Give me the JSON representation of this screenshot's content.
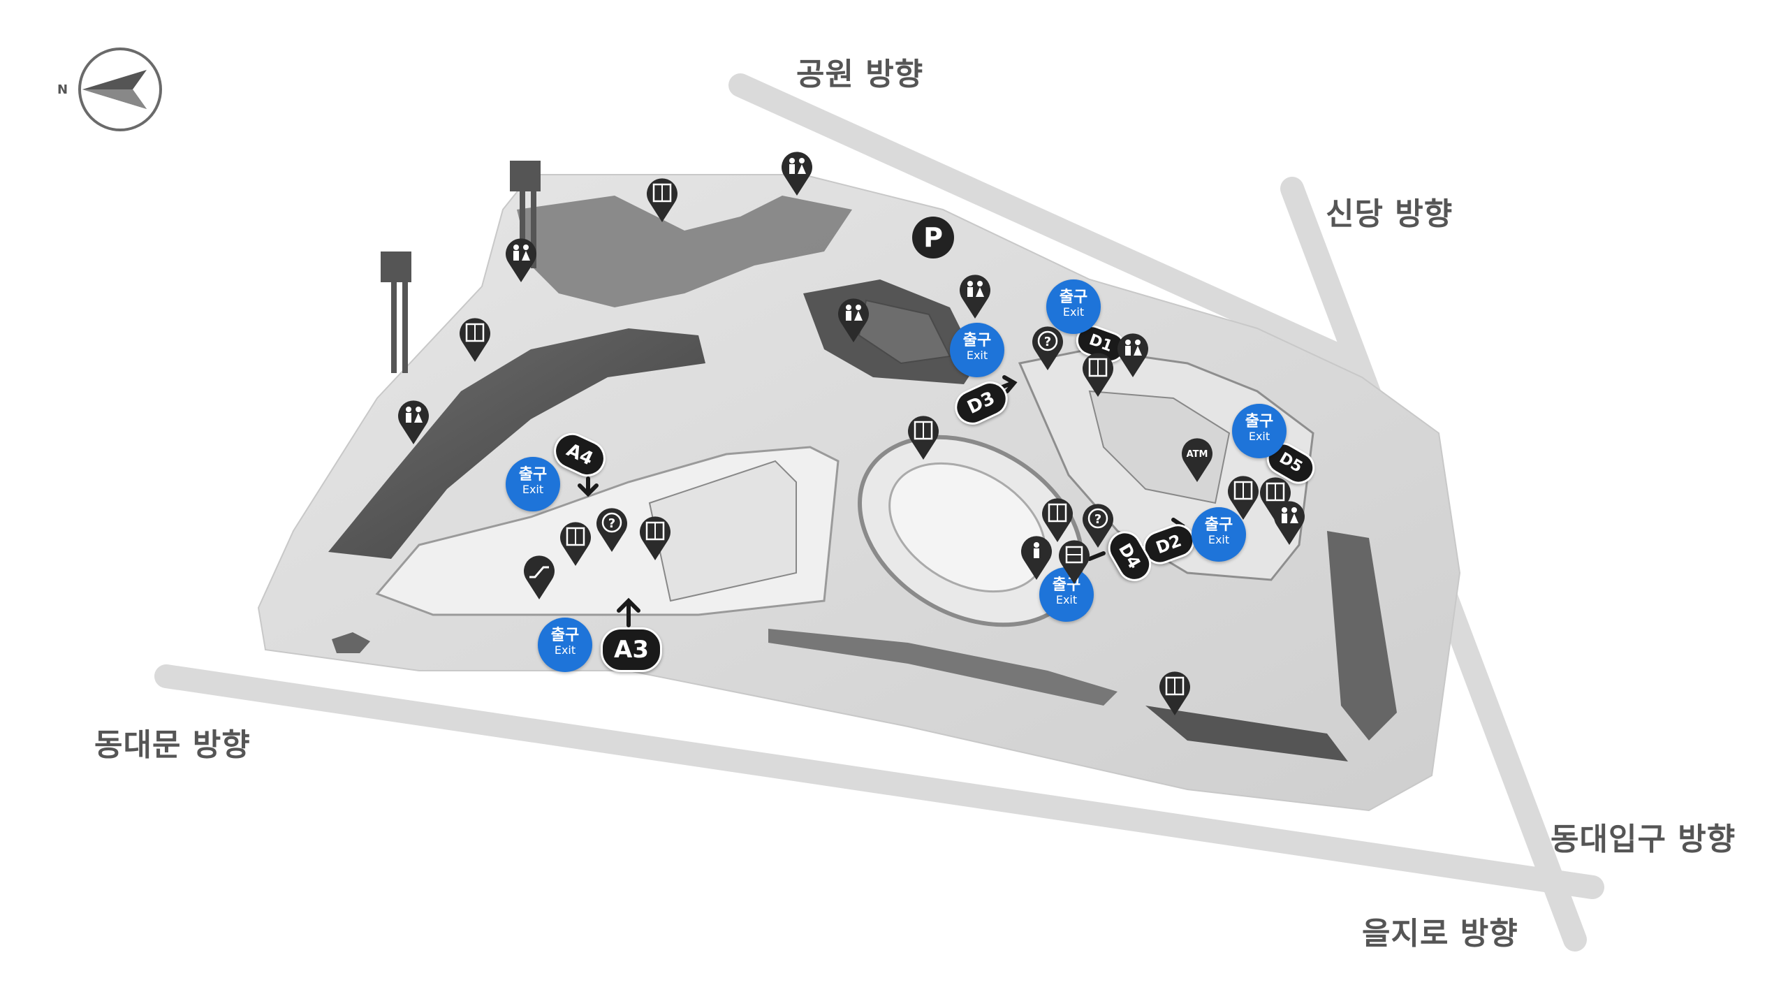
{
  "compass": {
    "north_label": "N"
  },
  "directions": {
    "park": "공원 방향",
    "sindang": "신당 방향",
    "dongdaemun": "동대문 방향",
    "dongdaeipgu": "동대입구 방향",
    "euljiro": "을지로 방향"
  },
  "exit_badge": {
    "ko": "출구",
    "en": "Exit"
  },
  "gates": {
    "a3": "A3",
    "a4": "A4",
    "d1": "D1",
    "d2": "D2",
    "d3": "D3",
    "d4": "D4",
    "d5": "D5"
  },
  "facilities": {
    "parking": "P",
    "atm": "ATM",
    "info": "?"
  },
  "icons": {
    "restroom": "restroom-icon",
    "elevator": "elevator-icon",
    "escalator": "escalator-icon",
    "info": "info-icon",
    "atm": "atm-icon",
    "locker": "locker-icon",
    "parking": "parking-icon"
  },
  "colors": {
    "exit_blue": "#1e74d9",
    "gate_black": "#1a1a1a",
    "pin_dark": "#2b2b2b",
    "road": "#dadada"
  }
}
